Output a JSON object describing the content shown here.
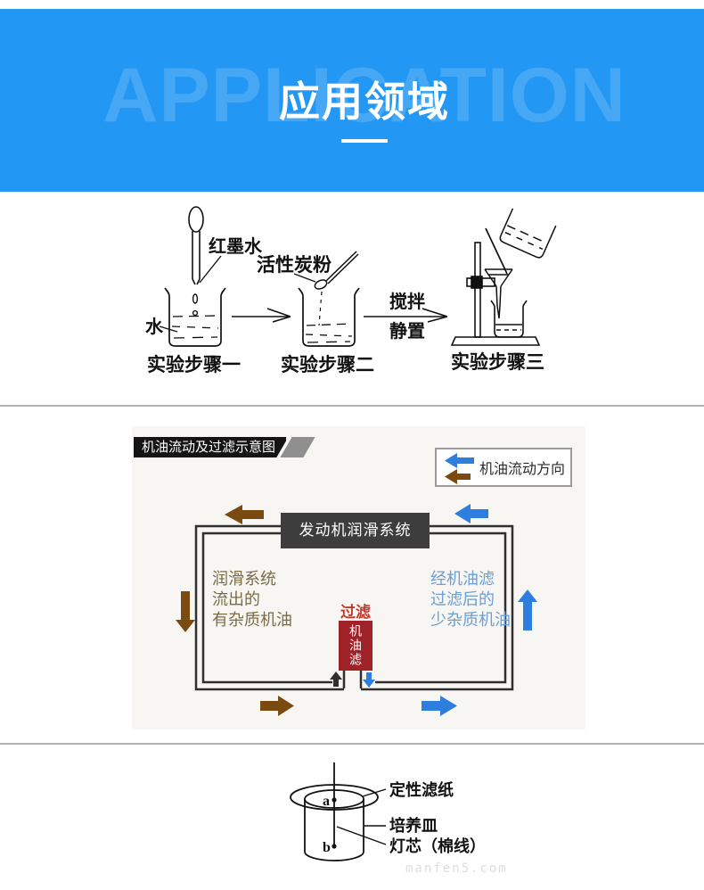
{
  "header": {
    "watermark": "APPLICATION",
    "title": "应用领域",
    "bg_color": "#2397f4"
  },
  "experiment": {
    "labels": {
      "red_ink": "红墨水",
      "water": "水",
      "carbon": "活性炭粉",
      "stir": "搅拌",
      "settle": "静置",
      "step1": "实验步骤一",
      "step2": "实验步骤二",
      "step3": "实验步骤三"
    }
  },
  "oil": {
    "title": "机油流动及过滤示意图",
    "legend_label": "机油流动方向",
    "engine_label": "发动机润滑系统",
    "filter_caption": "过滤",
    "filter_box": "机油滤",
    "left_lines": [
      "润滑系统",
      "流出的",
      "有杂质机油"
    ],
    "right_lines": [
      "经机油滤",
      "过滤后的",
      "少杂质机油"
    ],
    "colors": {
      "brown": "#7a4a10",
      "blue": "#2e7ee0",
      "dark": "#2f2f2f",
      "red_box": "#9e2227",
      "red_text": "#c0392b",
      "olive_text": "#7b6b45",
      "blue_text": "#6b9fd4",
      "engine_bg": "#3d3d3d",
      "panel_bg": "#f7f6f3"
    }
  },
  "wick": {
    "filter_paper": "定性滤纸",
    "petri_dish": "培养皿",
    "wick_label": "灯芯（棉线）",
    "point_a": "a",
    "point_b": "b",
    "watermark": "manfen5.com"
  }
}
